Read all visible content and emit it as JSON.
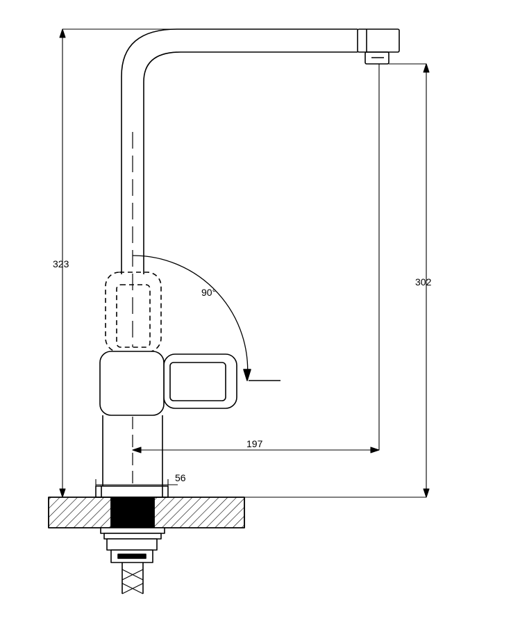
{
  "dimensions": {
    "total_height": "323",
    "spout_height": "302",
    "spout_reach": "197",
    "base_diameter": "56",
    "handle_rotation": "90°"
  },
  "colors": {
    "line": "#000000",
    "background": "#ffffff"
  }
}
